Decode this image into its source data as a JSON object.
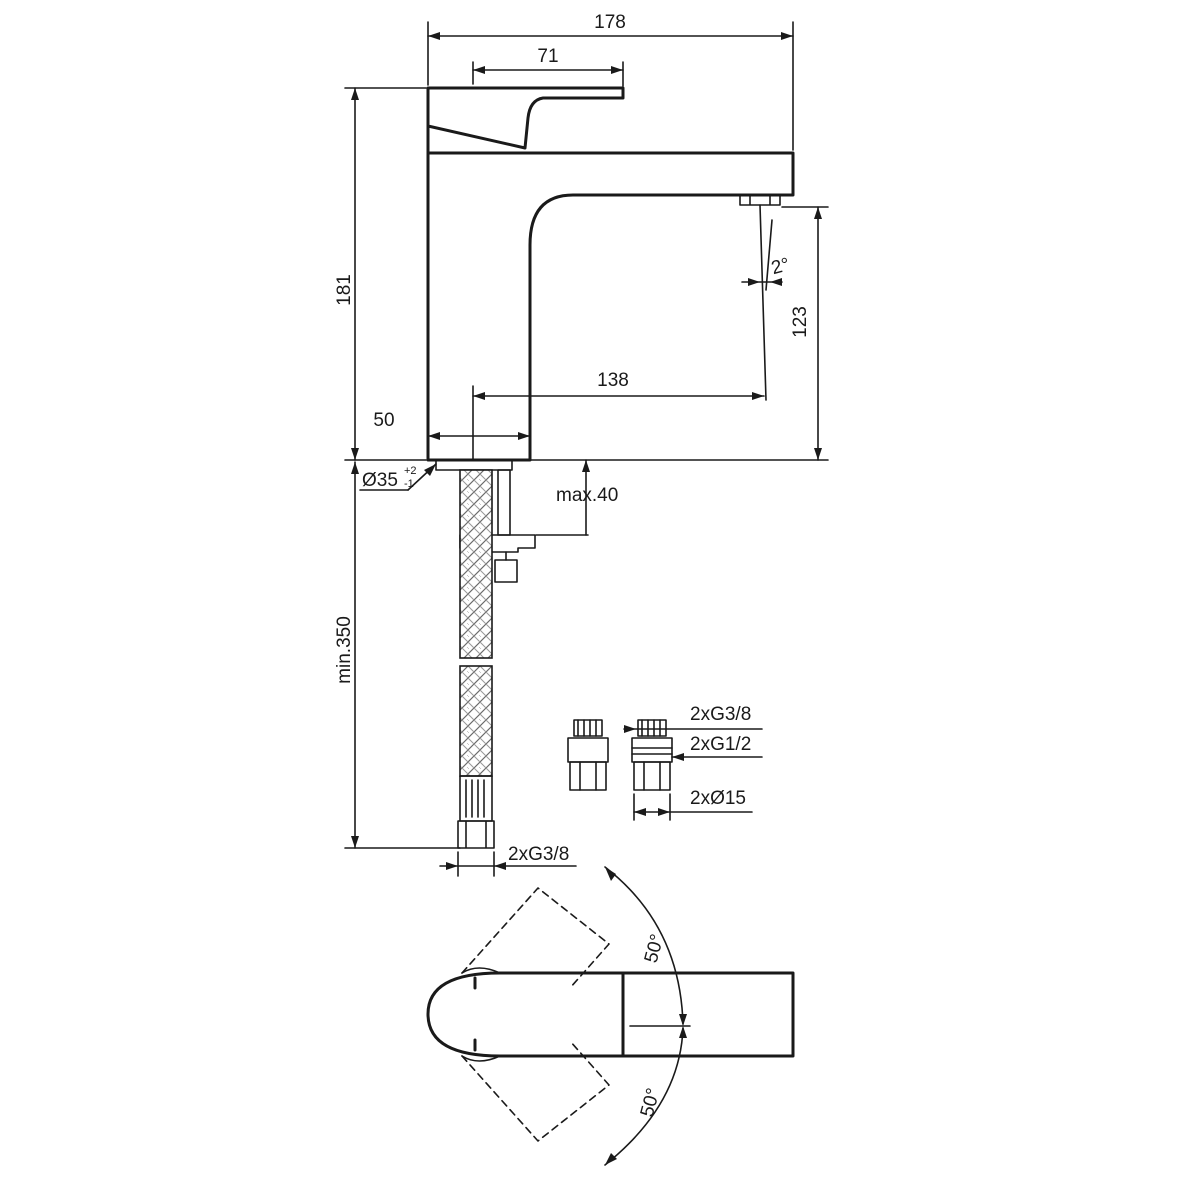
{
  "dimensions": {
    "overall_width": "178",
    "lever_length": "71",
    "total_height": "181",
    "spout_height": "123",
    "spout_reach": "138",
    "body_width": "50",
    "spout_angle": "2°",
    "hole_diameter": "Ø35",
    "hole_tolerance_plus": "+2",
    "hole_tolerance_minus": "-1",
    "max_deck_thickness": "max.40",
    "min_hose_length": "min.350",
    "hose_thread": "2xG3/8",
    "adapter_thread_top": "2xG3/8",
    "adapter_thread_mid": "2xG1/2",
    "adapter_pipe": "2xØ15",
    "rotation_left": "50°",
    "rotation_right": "50°"
  }
}
